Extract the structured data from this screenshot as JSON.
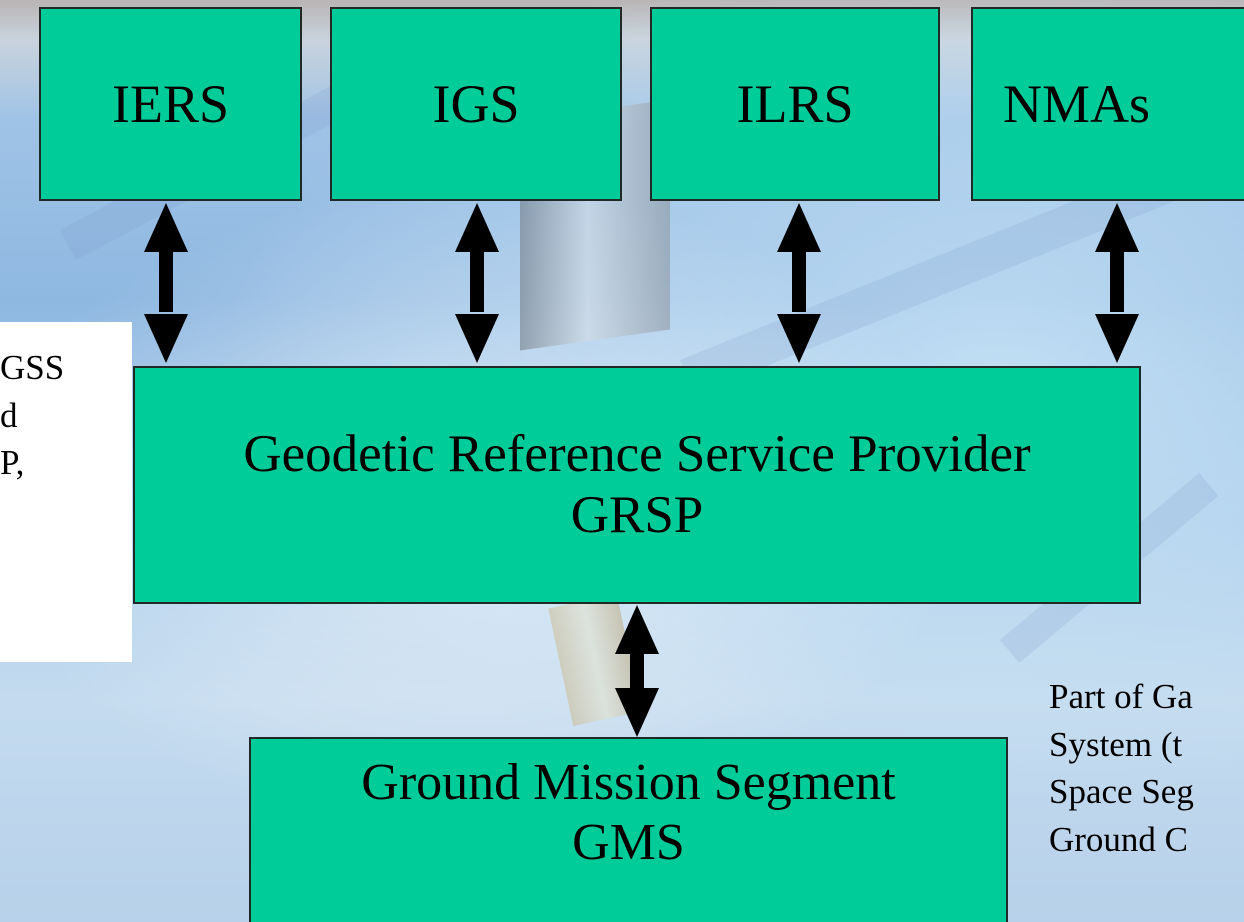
{
  "boxes": {
    "iers": "IERS",
    "igs": "IGS",
    "ilrs": "ILRS",
    "nmas": "NMAs",
    "grsp_line1": "Geodetic Reference Service Provider",
    "grsp_line2": "GRSP",
    "gms_line1": "Ground Mission Segment",
    "gms_line2": "GMS"
  },
  "left_note": {
    "line1": "GSS",
    "line2": "d",
    "line3": "P,"
  },
  "right_note": {
    "line1": "Part of Ga",
    "line2": "System (t",
    "line3": "Space Seg",
    "line4": "Ground C"
  },
  "colors": {
    "box_fill": "#00cc99",
    "arrow": "#000000"
  }
}
